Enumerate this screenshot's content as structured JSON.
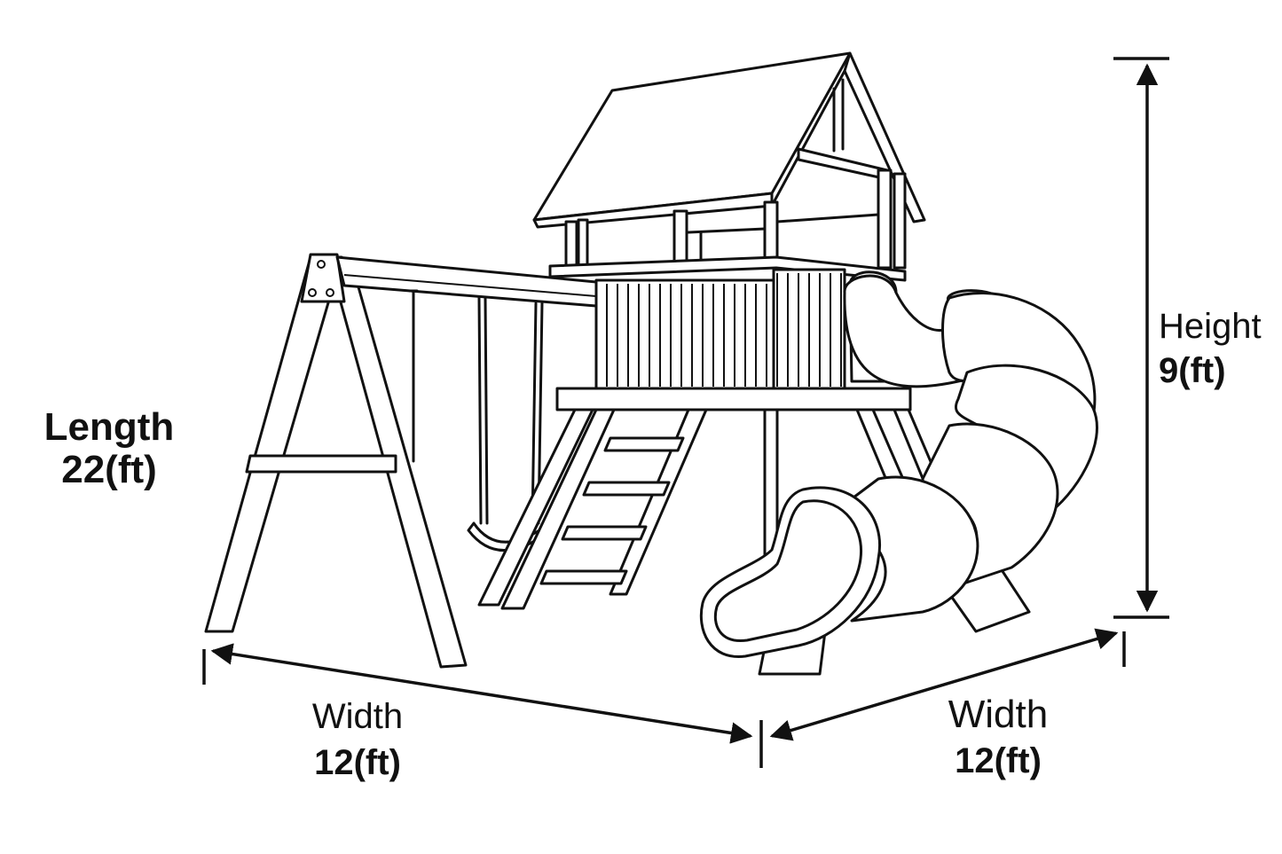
{
  "labels": {
    "length": {
      "name": "Length",
      "value": "22(ft)"
    },
    "height": {
      "name": "Height",
      "value": "9(ft)"
    },
    "width_left": {
      "name": "Width",
      "value": "12(ft)"
    },
    "width_right": {
      "name": "Width",
      "value": "12(ft)"
    }
  },
  "colors": {
    "line": "#111111",
    "background": "#ffffff"
  }
}
